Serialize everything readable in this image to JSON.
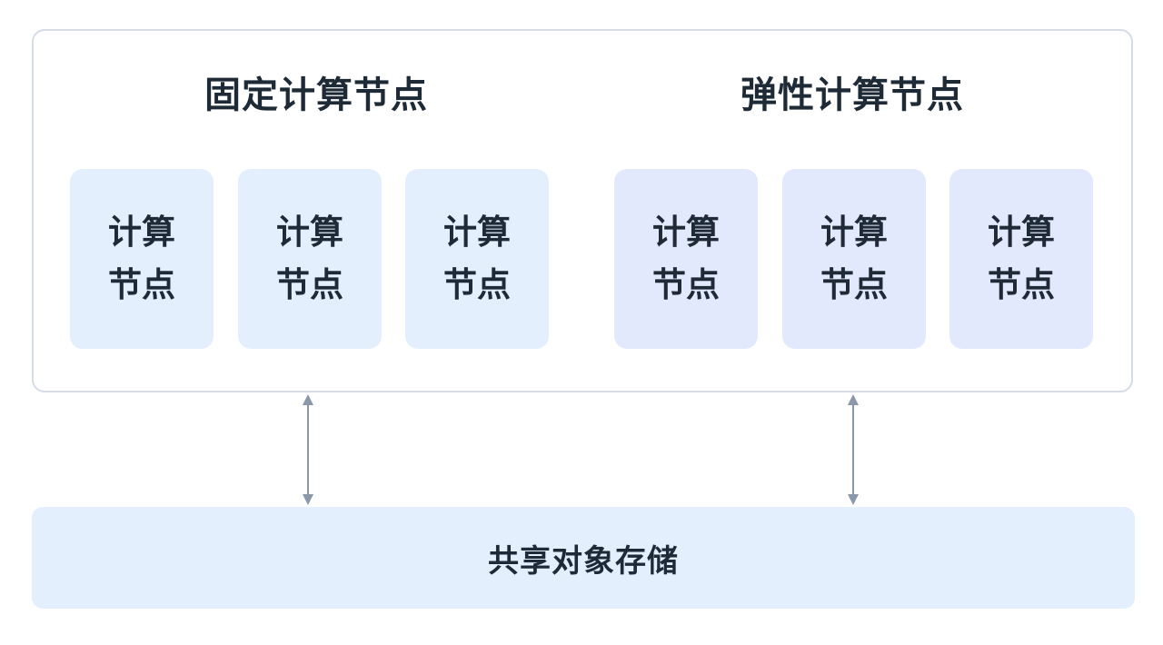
{
  "fixed_group": {
    "title": "固定计算节点",
    "nodes": [
      {
        "label": "计算节点"
      },
      {
        "label": "计算节点"
      },
      {
        "label": "计算节点"
      }
    ]
  },
  "elastic_group": {
    "title": "弹性计算节点",
    "nodes": [
      {
        "label": "计算节点"
      },
      {
        "label": "计算节点"
      },
      {
        "label": "计算节点"
      }
    ]
  },
  "storage": {
    "label": "共享对象存储"
  },
  "colors": {
    "frame_border": "#d5dbe7",
    "fixed_node_fill": "#e3effd",
    "elastic_node_fill": "#e3e9fd",
    "storage_fill": "#e3effd",
    "arrow": "#8a98aa",
    "text": "#1f2a37"
  }
}
